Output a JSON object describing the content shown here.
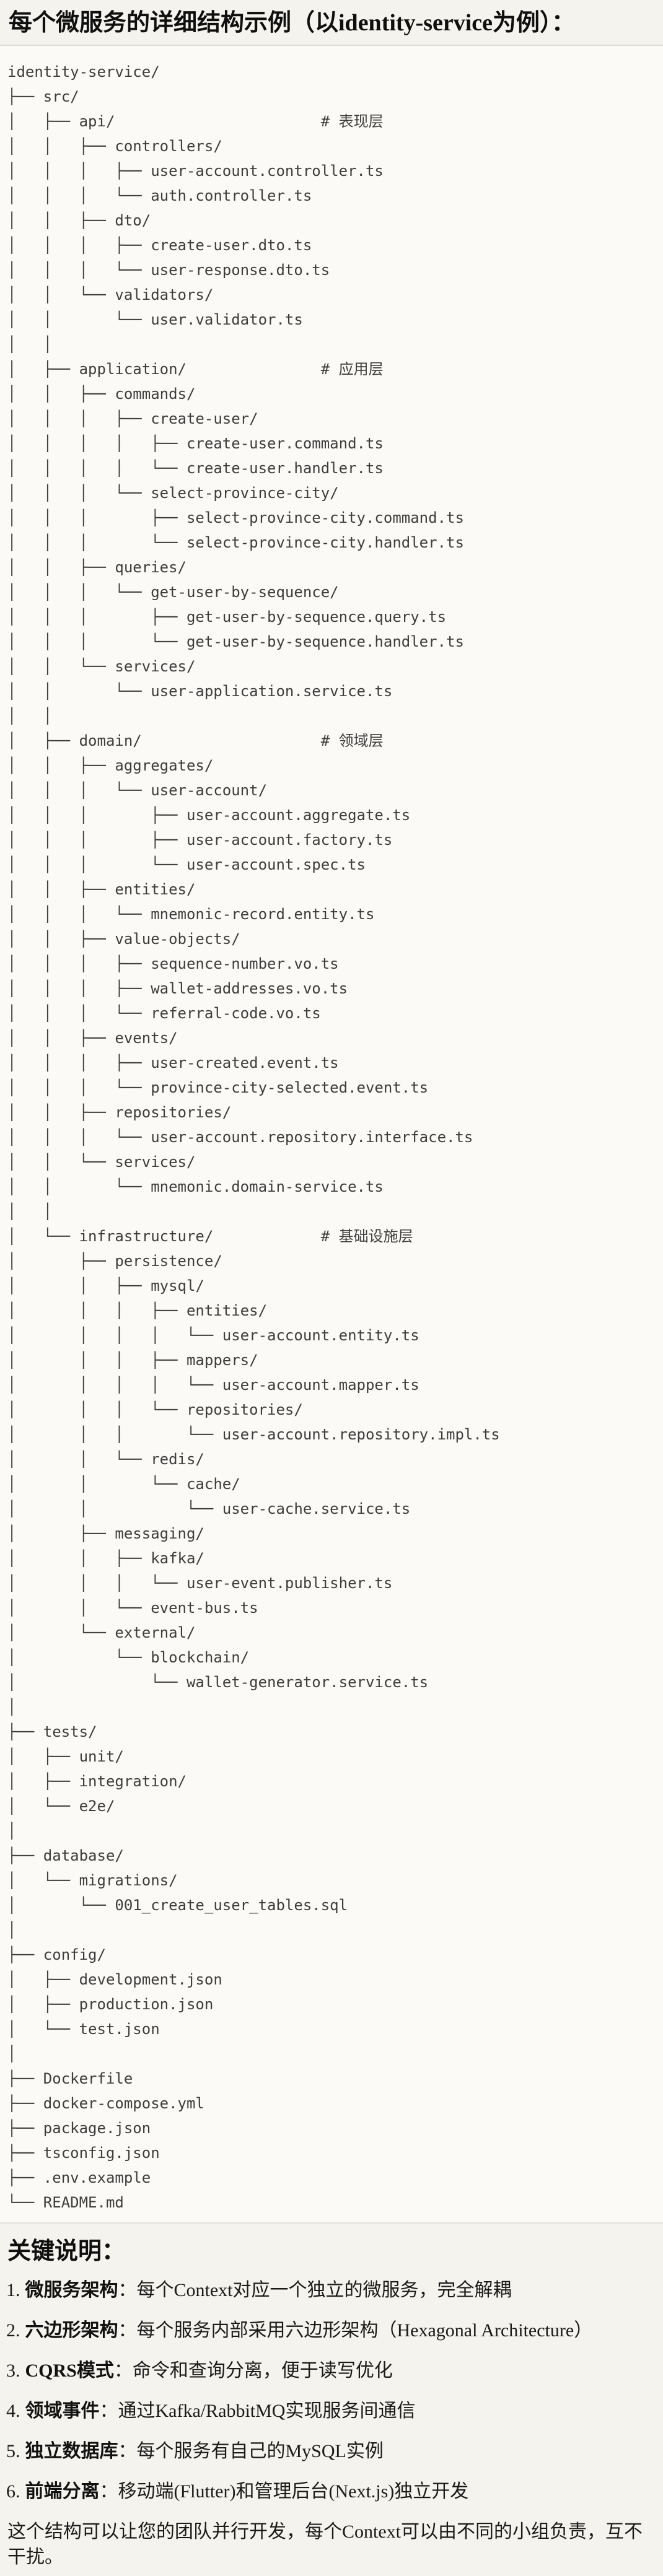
{
  "page": {
    "title": "每个微服务的详细结构示例（以identity-service为例）：",
    "colors": {
      "page_bg": "#f5f3ee",
      "code_bg": "#fbfaf7",
      "code_border": "#e1ded6",
      "code_text": "#3d3d3d",
      "heading_text": "#0f0f0f"
    }
  },
  "tree": {
    "lines": [
      "identity-service/",
      "├── src/",
      "│   ├── api/                       # 表现层",
      "│   │   ├── controllers/",
      "│   │   │   ├── user-account.controller.ts",
      "│   │   │   └── auth.controller.ts",
      "│   │   ├── dto/",
      "│   │   │   ├── create-user.dto.ts",
      "│   │   │   └── user-response.dto.ts",
      "│   │   └── validators/",
      "│   │       └── user.validator.ts",
      "│   │",
      "│   ├── application/               # 应用层",
      "│   │   ├── commands/",
      "│   │   │   ├── create-user/",
      "│   │   │   │   ├── create-user.command.ts",
      "│   │   │   │   └── create-user.handler.ts",
      "│   │   │   └── select-province-city/",
      "│   │   │       ├── select-province-city.command.ts",
      "│   │   │       └── select-province-city.handler.ts",
      "│   │   ├── queries/",
      "│   │   │   └── get-user-by-sequence/",
      "│   │   │       ├── get-user-by-sequence.query.ts",
      "│   │   │       └── get-user-by-sequence.handler.ts",
      "│   │   └── services/",
      "│   │       └── user-application.service.ts",
      "│   │",
      "│   ├── domain/                    # 领域层",
      "│   │   ├── aggregates/",
      "│   │   │   └── user-account/",
      "│   │   │       ├── user-account.aggregate.ts",
      "│   │   │       ├── user-account.factory.ts",
      "│   │   │       └── user-account.spec.ts",
      "│   │   ├── entities/",
      "│   │   │   └── mnemonic-record.entity.ts",
      "│   │   ├── value-objects/",
      "│   │   │   ├── sequence-number.vo.ts",
      "│   │   │   ├── wallet-addresses.vo.ts",
      "│   │   │   └── referral-code.vo.ts",
      "│   │   ├── events/",
      "│   │   │   ├── user-created.event.ts",
      "│   │   │   └── province-city-selected.event.ts",
      "│   │   ├── repositories/",
      "│   │   │   └── user-account.repository.interface.ts",
      "│   │   └── services/",
      "│   │       └── mnemonic.domain-service.ts",
      "│   │",
      "│   └── infrastructure/            # 基础设施层",
      "│       ├── persistence/",
      "│       │   ├── mysql/",
      "│       │   │   ├── entities/",
      "│       │   │   │   └── user-account.entity.ts",
      "│       │   │   ├── mappers/",
      "│       │   │   │   └── user-account.mapper.ts",
      "│       │   │   └── repositories/",
      "│       │   │       └── user-account.repository.impl.ts",
      "│       │   └── redis/",
      "│       │       └── cache/",
      "│       │           └── user-cache.service.ts",
      "│       ├── messaging/",
      "│       │   ├── kafka/",
      "│       │   │   └── user-event.publisher.ts",
      "│       │   └── event-bus.ts",
      "│       └── external/",
      "│           └── blockchain/",
      "│               └── wallet-generator.service.ts",
      "│",
      "├── tests/",
      "│   ├── unit/",
      "│   ├── integration/",
      "│   └── e2e/",
      "│",
      "├── database/",
      "│   └── migrations/",
      "│       └── 001_create_user_tables.sql",
      "│",
      "├── config/",
      "│   ├── development.json",
      "│   ├── production.json",
      "│   └── test.json",
      "│",
      "├── Dockerfile",
      "├── docker-compose.yml",
      "├── package.json",
      "├── tsconfig.json",
      "├── .env.example",
      "└── README.md"
    ]
  },
  "notes": {
    "heading": "关键说明：",
    "items": [
      {
        "number": "1.",
        "term": "微服务架构",
        "desc": "：每个Context对应一个独立的微服务，完全解耦"
      },
      {
        "number": "2.",
        "term": "六边形架构",
        "desc": "：每个服务内部采用六边形架构（Hexagonal Architecture）"
      },
      {
        "number": "3.",
        "term": "CQRS模式",
        "desc": "：命令和查询分离，便于读写优化"
      },
      {
        "number": "4.",
        "term": "领域事件",
        "desc": "：通过Kafka/RabbitMQ实现服务间通信"
      },
      {
        "number": "5.",
        "term": "独立数据库",
        "desc": "：每个服务有自己的MySQL实例"
      },
      {
        "number": "6.",
        "term": "前端分离",
        "desc": "：移动端(Flutter)和管理后台(Next.js)独立开发"
      }
    ],
    "footer": "这个结构可以让您的团队并行开发，每个Context可以由不同的小组负责，互不干扰。"
  }
}
